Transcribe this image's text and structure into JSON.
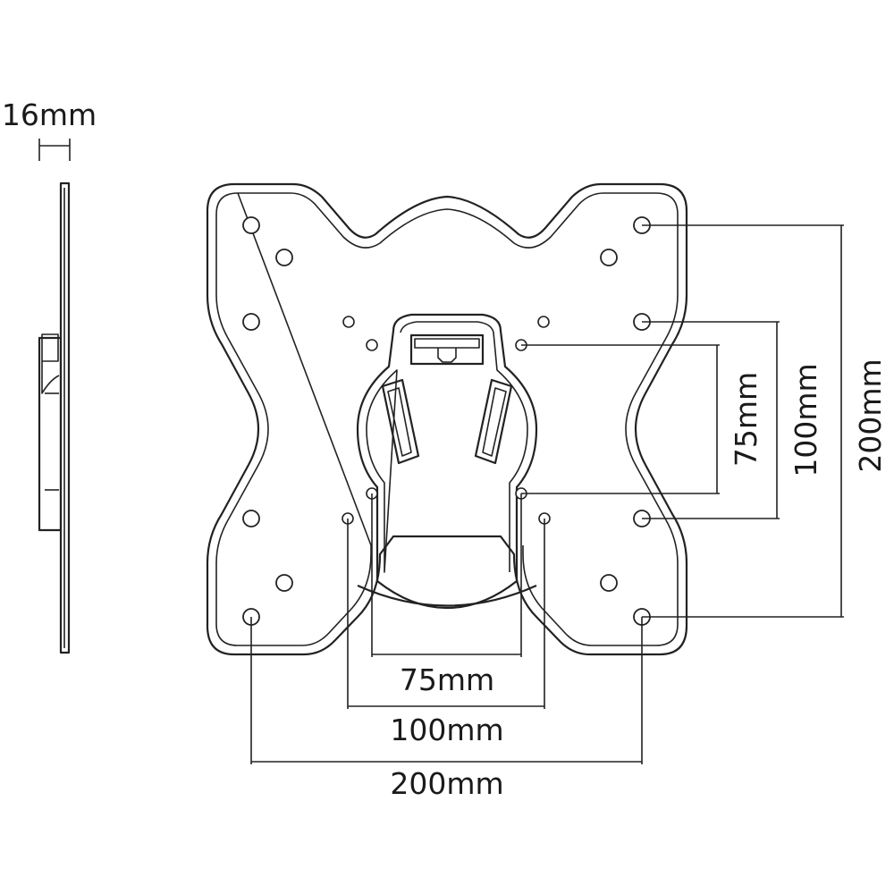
{
  "labels": {
    "side_depth": "16mm",
    "h_75": "75mm",
    "h_100": "100mm",
    "h_200": "200mm",
    "v_75": "75mm",
    "v_100": "100mm",
    "v_200": "200mm"
  },
  "colors": {
    "line": "#222222",
    "background": "#ffffff"
  }
}
